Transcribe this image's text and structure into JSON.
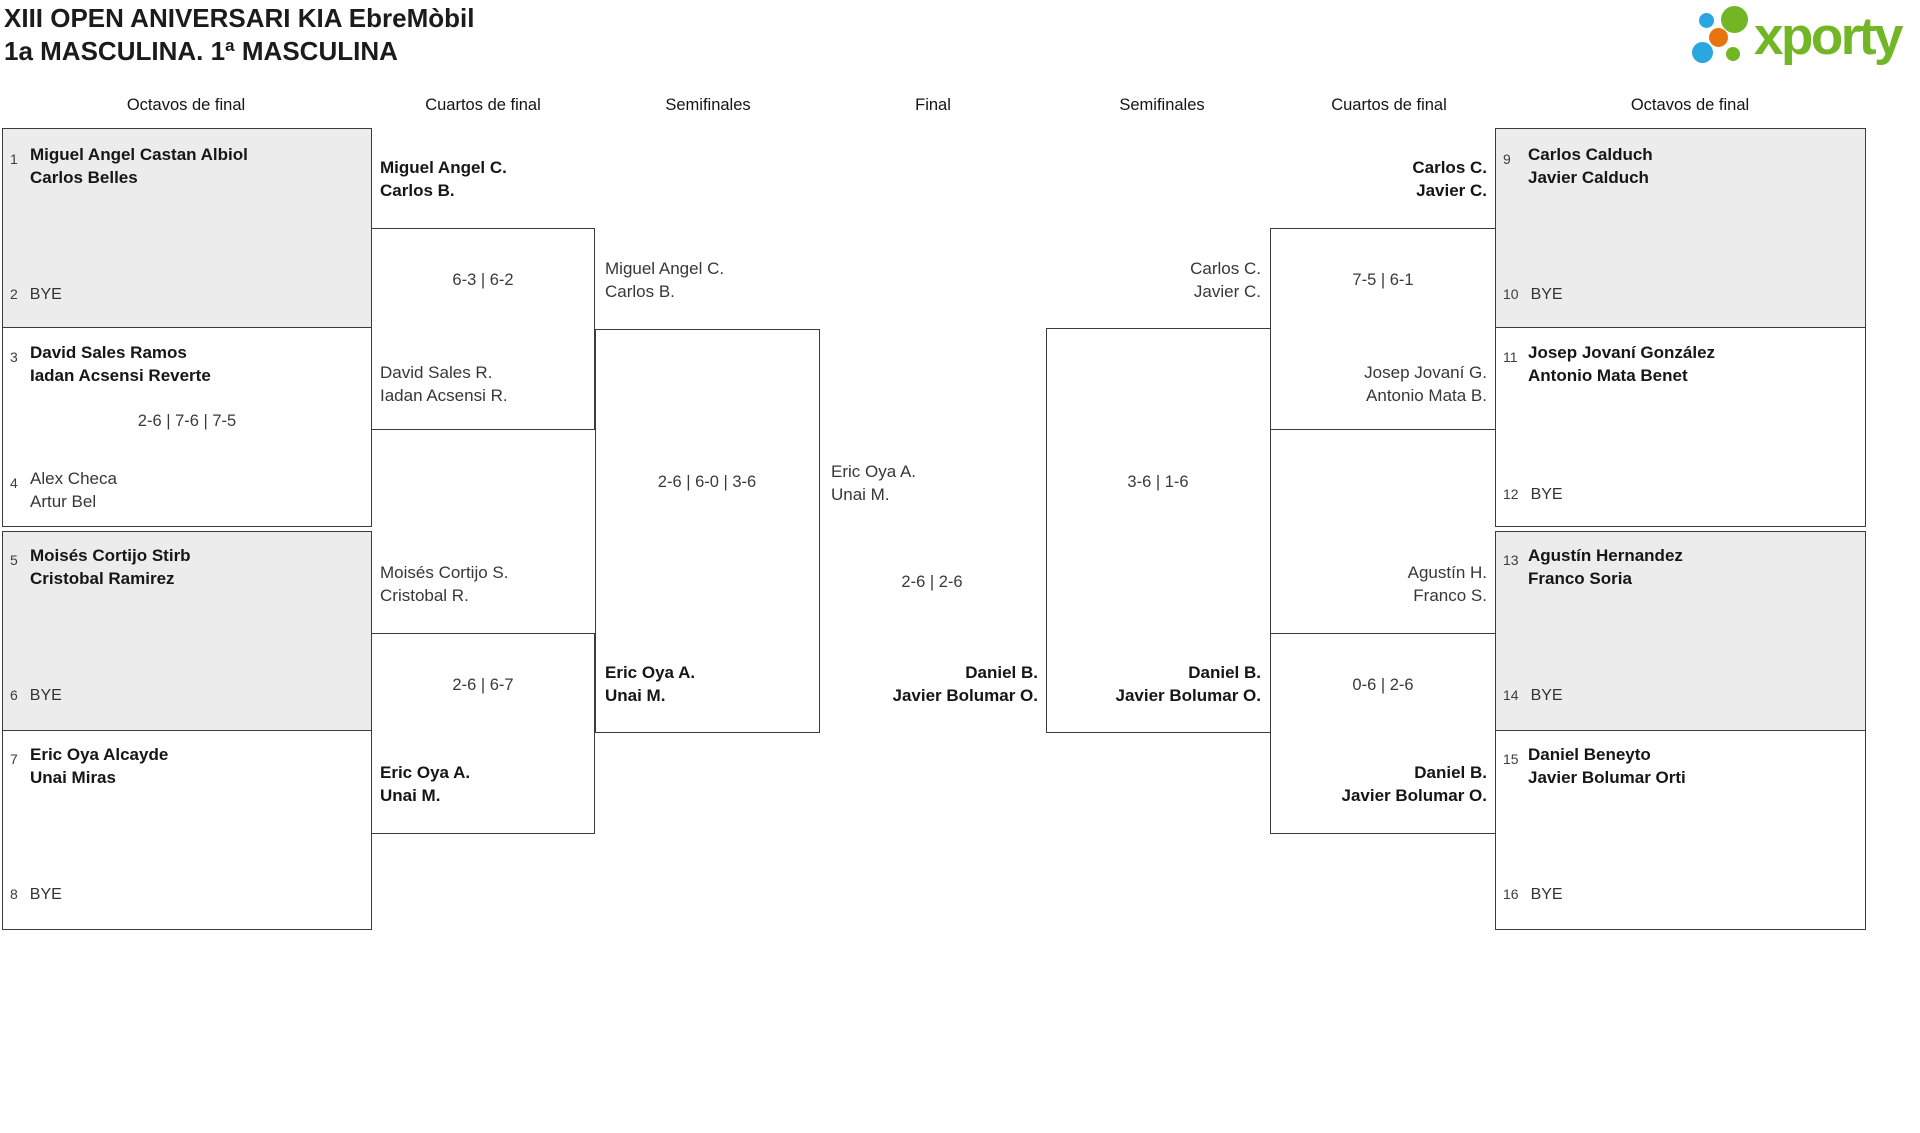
{
  "page": {
    "title_line1": "XIII OPEN ANIVERSARI KIA EbreMòbil",
    "title_line2": "1a MASCULINA. 1ª MASCULINA"
  },
  "logo": {
    "text": "xporty",
    "green": "#72b626",
    "blue": "#2aa7df",
    "orange": "#e87410"
  },
  "round_headers": {
    "octavos_left": "Octavos de final",
    "cuartos_left": "Cuartos de final",
    "semis_left": "Semifinales",
    "final": "Final",
    "semis_right": "Semifinales",
    "cuartos_right": "Cuartos de final",
    "octavos_right": "Octavos de final"
  },
  "octavos": {
    "left": [
      {
        "seed1": "1",
        "p1l1": "Miguel Angel Castan Albiol",
        "p1l2": "Carlos Belles",
        "seed2": "2",
        "p2": "BYE",
        "score": ""
      },
      {
        "seed1": "3",
        "p1l1": "David Sales Ramos",
        "p1l2": "Iadan Acsensi Reverte",
        "seed2": "4",
        "p2l1": "Alex Checa",
        "p2l2": "Artur Bel",
        "score": "2-6 | 7-6 | 7-5"
      },
      {
        "seed1": "5",
        "p1l1": "Moisés Cortijo Stirb",
        "p1l2": "Cristobal Ramirez",
        "seed2": "6",
        "p2": "BYE",
        "score": ""
      },
      {
        "seed1": "7",
        "p1l1": "Eric Oya Alcayde",
        "p1l2": "Unai Miras",
        "seed2": "8",
        "p2": "BYE",
        "score": ""
      }
    ],
    "right": [
      {
        "seed1": "9",
        "p1l1": "Carlos Calduch",
        "p1l2": "Javier Calduch",
        "seed2": "10",
        "p2": "BYE",
        "score": ""
      },
      {
        "seed1": "11",
        "p1l1": "Josep Jovaní González",
        "p1l2": "Antonio Mata Benet",
        "seed2": "12",
        "p2": "BYE",
        "score": ""
      },
      {
        "seed1": "13",
        "p1l1": "Agustín Hernandez",
        "p1l2": "Franco Soria",
        "seed2": "14",
        "p2": "BYE",
        "score": ""
      },
      {
        "seed1": "15",
        "p1l1": "Daniel Beneyto",
        "p1l2": "Javier Bolumar Orti",
        "seed2": "16",
        "p2": "BYE",
        "score": ""
      }
    ]
  },
  "cuartos": {
    "left": [
      {
        "p1l1": "Miguel Angel C.",
        "p1l2": "Carlos B.",
        "score": "6-3 | 6-2",
        "p2l1": "David Sales R.",
        "p2l2": "Iadan Acsensi R."
      },
      {
        "p1l1": "Moisés Cortijo S.",
        "p1l2": "Cristobal R.",
        "score": "2-6 | 6-7",
        "p2l1": "Eric Oya A.",
        "p2l2": "Unai M."
      }
    ],
    "right": [
      {
        "p1l1": "Carlos C.",
        "p1l2": "Javier C.",
        "score": "7-5 | 6-1",
        "p2l1": "Josep Jovaní G.",
        "p2l2": "Antonio Mata B."
      },
      {
        "p1l1": "Agustín H.",
        "p1l2": "Franco S.",
        "score": "0-6 | 2-6",
        "p2l1": "Daniel B.",
        "p2l2": "Javier Bolumar O."
      }
    ]
  },
  "semis": {
    "left": {
      "p1l1": "Miguel Angel C.",
      "p1l2": "Carlos B.",
      "score": "2-6 | 6-0 | 3-6",
      "p2l1": "Eric Oya A.",
      "p2l2": "Unai M."
    },
    "right": {
      "p1l1": "Carlos C.",
      "p1l2": "Javier C.",
      "score": "3-6 | 1-6",
      "p2l1": "Daniel B.",
      "p2l2": "Javier Bolumar O."
    }
  },
  "final": {
    "p1l1": "Eric Oya A.",
    "p1l2": "Unai M.",
    "score": "2-6 | 2-6",
    "p2l1": "Daniel B.",
    "p2l2": "Javier Bolumar O."
  }
}
